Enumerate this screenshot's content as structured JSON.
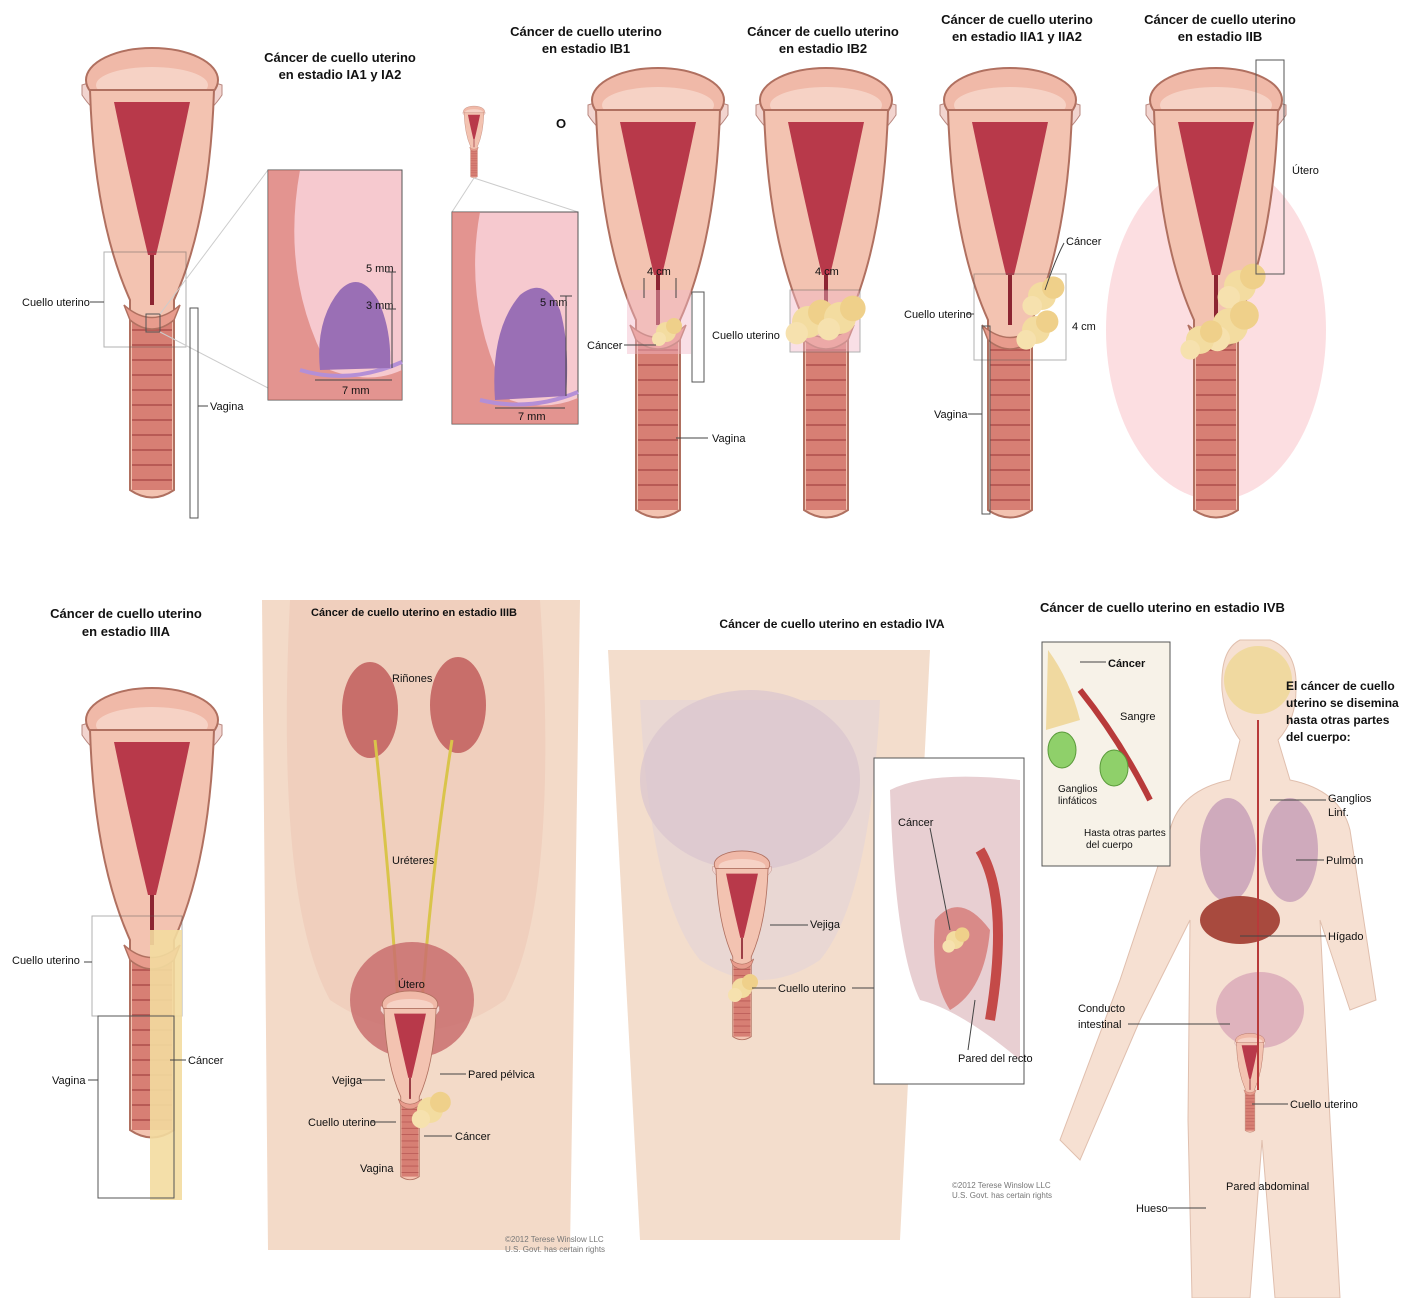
{
  "panels": {
    "ia": {
      "title": [
        "Cáncer de cuello uterino",
        "en estadio IA1 y IA2"
      ],
      "cervix": "Cuello uterino",
      "vagina": "Vagina",
      "dims": [
        "5 mm",
        "3 mm",
        "7 mm"
      ],
      "dims2": [
        "5 mm",
        "7 mm"
      ],
      "or": "O"
    },
    "ib1": {
      "title": [
        "Cáncer de cuello uterino",
        "en estadio IB1"
      ],
      "size": "4 cm",
      "cancer": "Cáncer",
      "cervix": "Cuello uterino",
      "vagina": "Vagina"
    },
    "ib2": {
      "title": [
        "Cáncer de cuello uterino",
        "en estadio IB2"
      ],
      "size": "4 cm"
    },
    "iia": {
      "title": [
        "Cáncer de cuello uterino",
        "en estadio IIA1 y IIA2"
      ],
      "cancer": "Cáncer",
      "cervix": "Cuello uterino",
      "size": "4 cm",
      "vagina": "Vagina"
    },
    "iib": {
      "title": [
        "Cáncer de cuello uterino",
        "en estadio IIB"
      ],
      "uterus": "Útero"
    },
    "iiia": {
      "title": [
        "Cáncer de cuello uterino",
        "en estadio IIIA"
      ],
      "cervix": "Cuello uterino",
      "vagina": "Vagina",
      "cancer": "Cáncer"
    },
    "iiib": {
      "title": "Cáncer de cuello uterino en estadio IIIB",
      "kidneys": "Riñones",
      "ureters": "Uréteres",
      "uterus": "Útero",
      "bladder": "Vejiga",
      "pelvic_wall": "Pared pélvica",
      "cervix": "Cuello uterino",
      "cancer": "Cáncer",
      "vagina": "Vagina",
      "copyright": [
        "©2012 Terese Winslow LLC",
        "U.S. Govt. has certain rights"
      ]
    },
    "iva": {
      "title": "Cáncer de cuello uterino en estadio IVA",
      "bladder": "Vejiga",
      "cervix": "Cuello uterino",
      "cancer": "Cáncer",
      "rectum_wall": "Pared del recto",
      "copyright": [
        "©2012 Terese Winslow LLC",
        "U.S. Govt. has certain rights"
      ]
    },
    "ivb": {
      "title": "Cáncer de cuello uterino en estadio IVB",
      "inset_cancer": "Cáncer",
      "blood": "Sangre",
      "lymph_nodes": [
        "Ganglios",
        "linfáticos"
      ],
      "to_other": [
        "Hasta otras partes",
        "del cuerpo"
      ],
      "spread": [
        "El cáncer de cuello",
        "uterino se disemina",
        "hasta otras partes",
        "del cuerpo:"
      ],
      "ganglios": [
        "Ganglios",
        "Linf."
      ],
      "lung": "Pulmón",
      "liver": "Hígado",
      "intestine": [
        "Conducto",
        "intestinal"
      ],
      "cervix": "Cuello uterino",
      "abdominal_wall": "Pared abdominal",
      "bone": "Hueso"
    }
  }
}
